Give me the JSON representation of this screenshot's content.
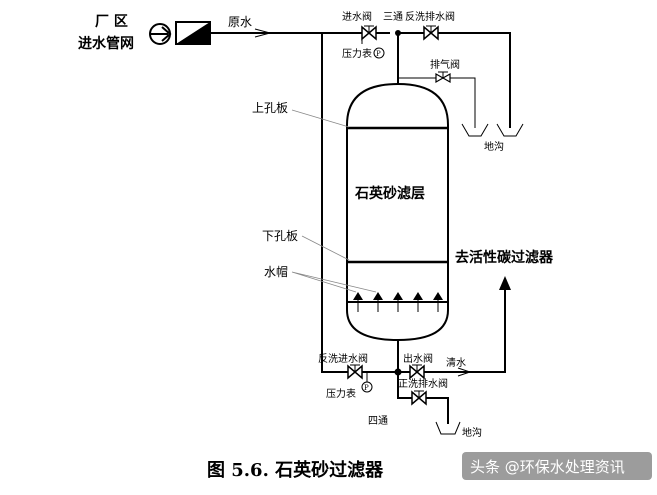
{
  "labels": {
    "source_line1": "厂 区",
    "source_line2": "进水管网",
    "raw_water": "原水",
    "inlet_valve": "进水阀",
    "tee": "三通",
    "backwash_drain_valve": "反洗排水阀",
    "pressure_gauge_top": "压力表",
    "gauge_symbol": "P",
    "air_vent_valve": "排气阀",
    "drain_top": "地沟",
    "upper_plate": "上孔板",
    "filter_layer": "石英砂滤层",
    "lower_plate": "下孔板",
    "nozzle": "水帽",
    "to_carbon_filter": "去活性碳过滤器",
    "backwash_inlet_valve": "反洗进水阀",
    "outlet_valve": "出水阀",
    "clean_water": "清水",
    "forward_wash_drain_valve": "正洗排水阀",
    "pressure_gauge_bottom": "压力表",
    "cross": "四通",
    "drain_bottom": "地沟",
    "caption": "图 5.6. 石英砂过滤器",
    "watermark": "头条 @环保水处理资讯"
  },
  "colors": {
    "line": "#000000",
    "leader": "#888888",
    "watermark_bg": "#4a4a4a"
  }
}
